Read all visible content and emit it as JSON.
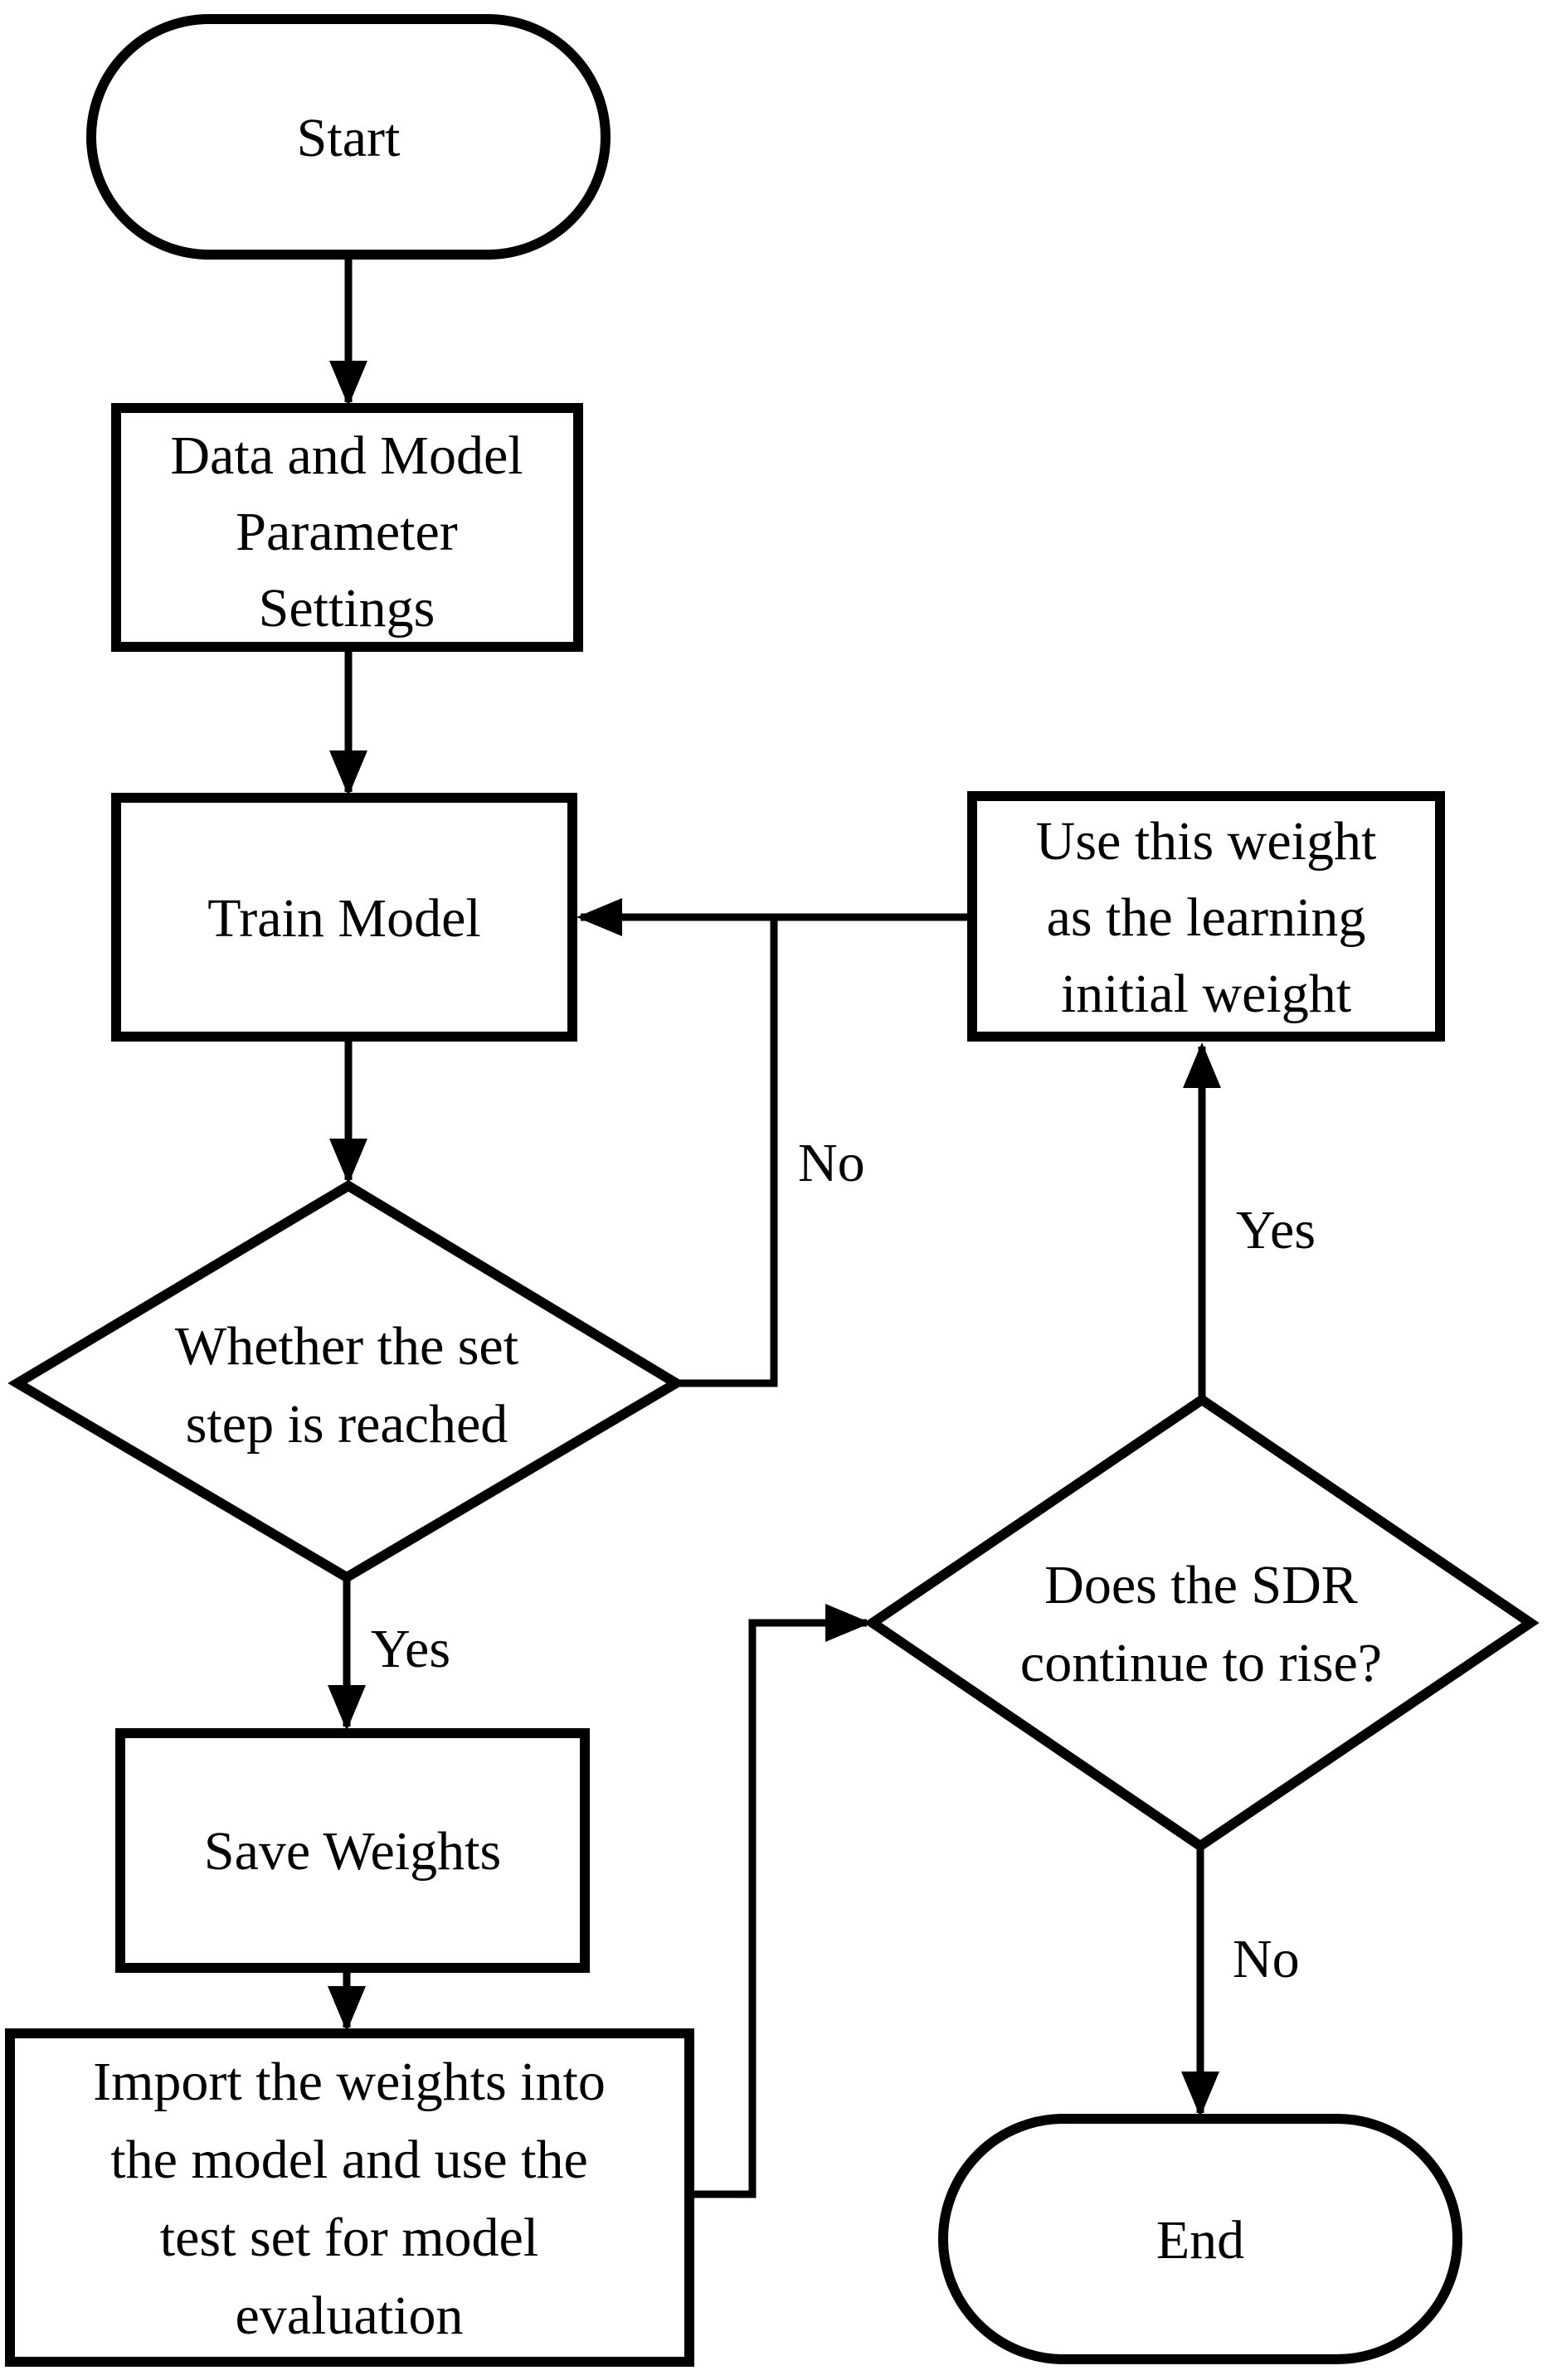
{
  "page": {
    "background_color": "#ffffff",
    "line_color": "#000000",
    "text_color": "#000000"
  },
  "diagram": {
    "type": "flowchart",
    "nodes": [
      {
        "id": "start",
        "shape": "stadium",
        "label": "Start",
        "lines": [
          "Start"
        ]
      },
      {
        "id": "data-settings",
        "shape": "process",
        "label": "Data and Model Parameter Settings",
        "lines": [
          "Data and Model",
          "Parameter",
          "Settings"
        ]
      },
      {
        "id": "train-model",
        "shape": "process",
        "label": "Train Model",
        "lines": [
          "Train Model"
        ]
      },
      {
        "id": "step-reached",
        "shape": "decision",
        "label": "Whether the set step is reached",
        "lines": [
          "Whether the set",
          "step is reached"
        ]
      },
      {
        "id": "save-weights",
        "shape": "process",
        "label": "Save Weights",
        "lines": [
          "Save Weights"
        ]
      },
      {
        "id": "import-evaluate",
        "shape": "process",
        "label": "Import the weights into the model and use the test set for model evaluation",
        "lines": [
          "Import the weights into",
          "the model and use the",
          "test set for model",
          "evaluation"
        ]
      },
      {
        "id": "sdr-rise",
        "shape": "decision",
        "label": "Does the SDR continue to rise?",
        "lines": [
          "Does the SDR",
          "continue to rise?"
        ]
      },
      {
        "id": "use-weight",
        "shape": "process",
        "label": "Use this weight as the learning initial weight",
        "lines": [
          "Use this weight",
          "as the learning",
          "initial weight"
        ]
      },
      {
        "id": "end",
        "shape": "stadium",
        "label": "End",
        "lines": [
          "End"
        ]
      }
    ],
    "edges": [
      {
        "from": "start",
        "to": "data-settings",
        "label": ""
      },
      {
        "from": "data-settings",
        "to": "train-model",
        "label": ""
      },
      {
        "from": "train-model",
        "to": "step-reached",
        "label": ""
      },
      {
        "from": "step-reached",
        "to": "save-weights",
        "label": "Yes"
      },
      {
        "from": "step-reached",
        "to": "train-model",
        "label": "No"
      },
      {
        "from": "save-weights",
        "to": "import-evaluate",
        "label": ""
      },
      {
        "from": "import-evaluate",
        "to": "sdr-rise",
        "label": ""
      },
      {
        "from": "sdr-rise",
        "to": "use-weight",
        "label": "Yes"
      },
      {
        "from": "use-weight",
        "to": "train-model",
        "label": ""
      },
      {
        "from": "sdr-rise",
        "to": "end",
        "label": "No"
      }
    ]
  }
}
